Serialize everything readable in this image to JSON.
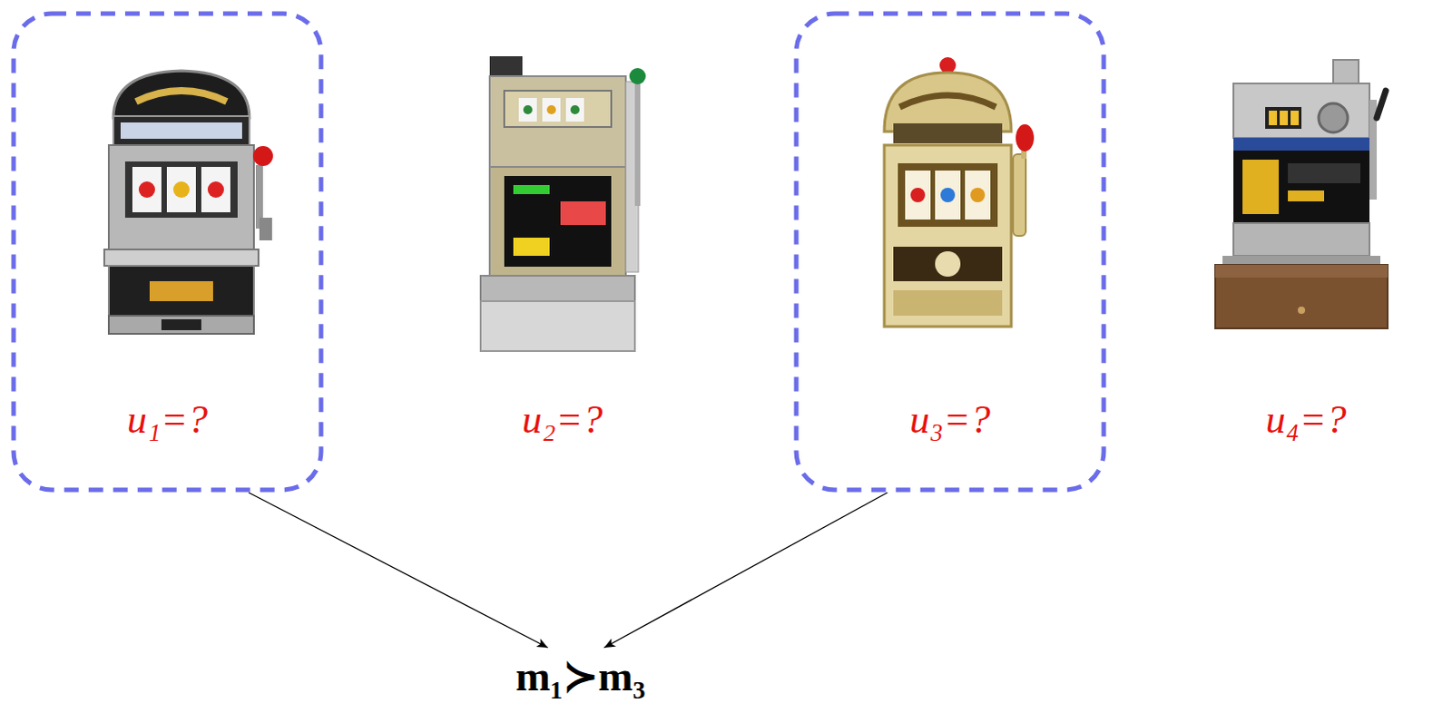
{
  "diagram": {
    "nodes": [
      {
        "text": [
          "u₁=?"
        ]
      },
      {
        "text": [
          "u₃=?"
        ]
      },
      {
        "text": [
          "m₁≻m₃"
        ]
      }
    ],
    "edges": [
      {
        "from": 0,
        "to": 2,
        "arrow": "to"
      },
      {
        "from": 1,
        "to": 2,
        "arrow": "to"
      }
    ],
    "labels": [
      "u₂=?",
      "u₄=?"
    ]
  }
}
